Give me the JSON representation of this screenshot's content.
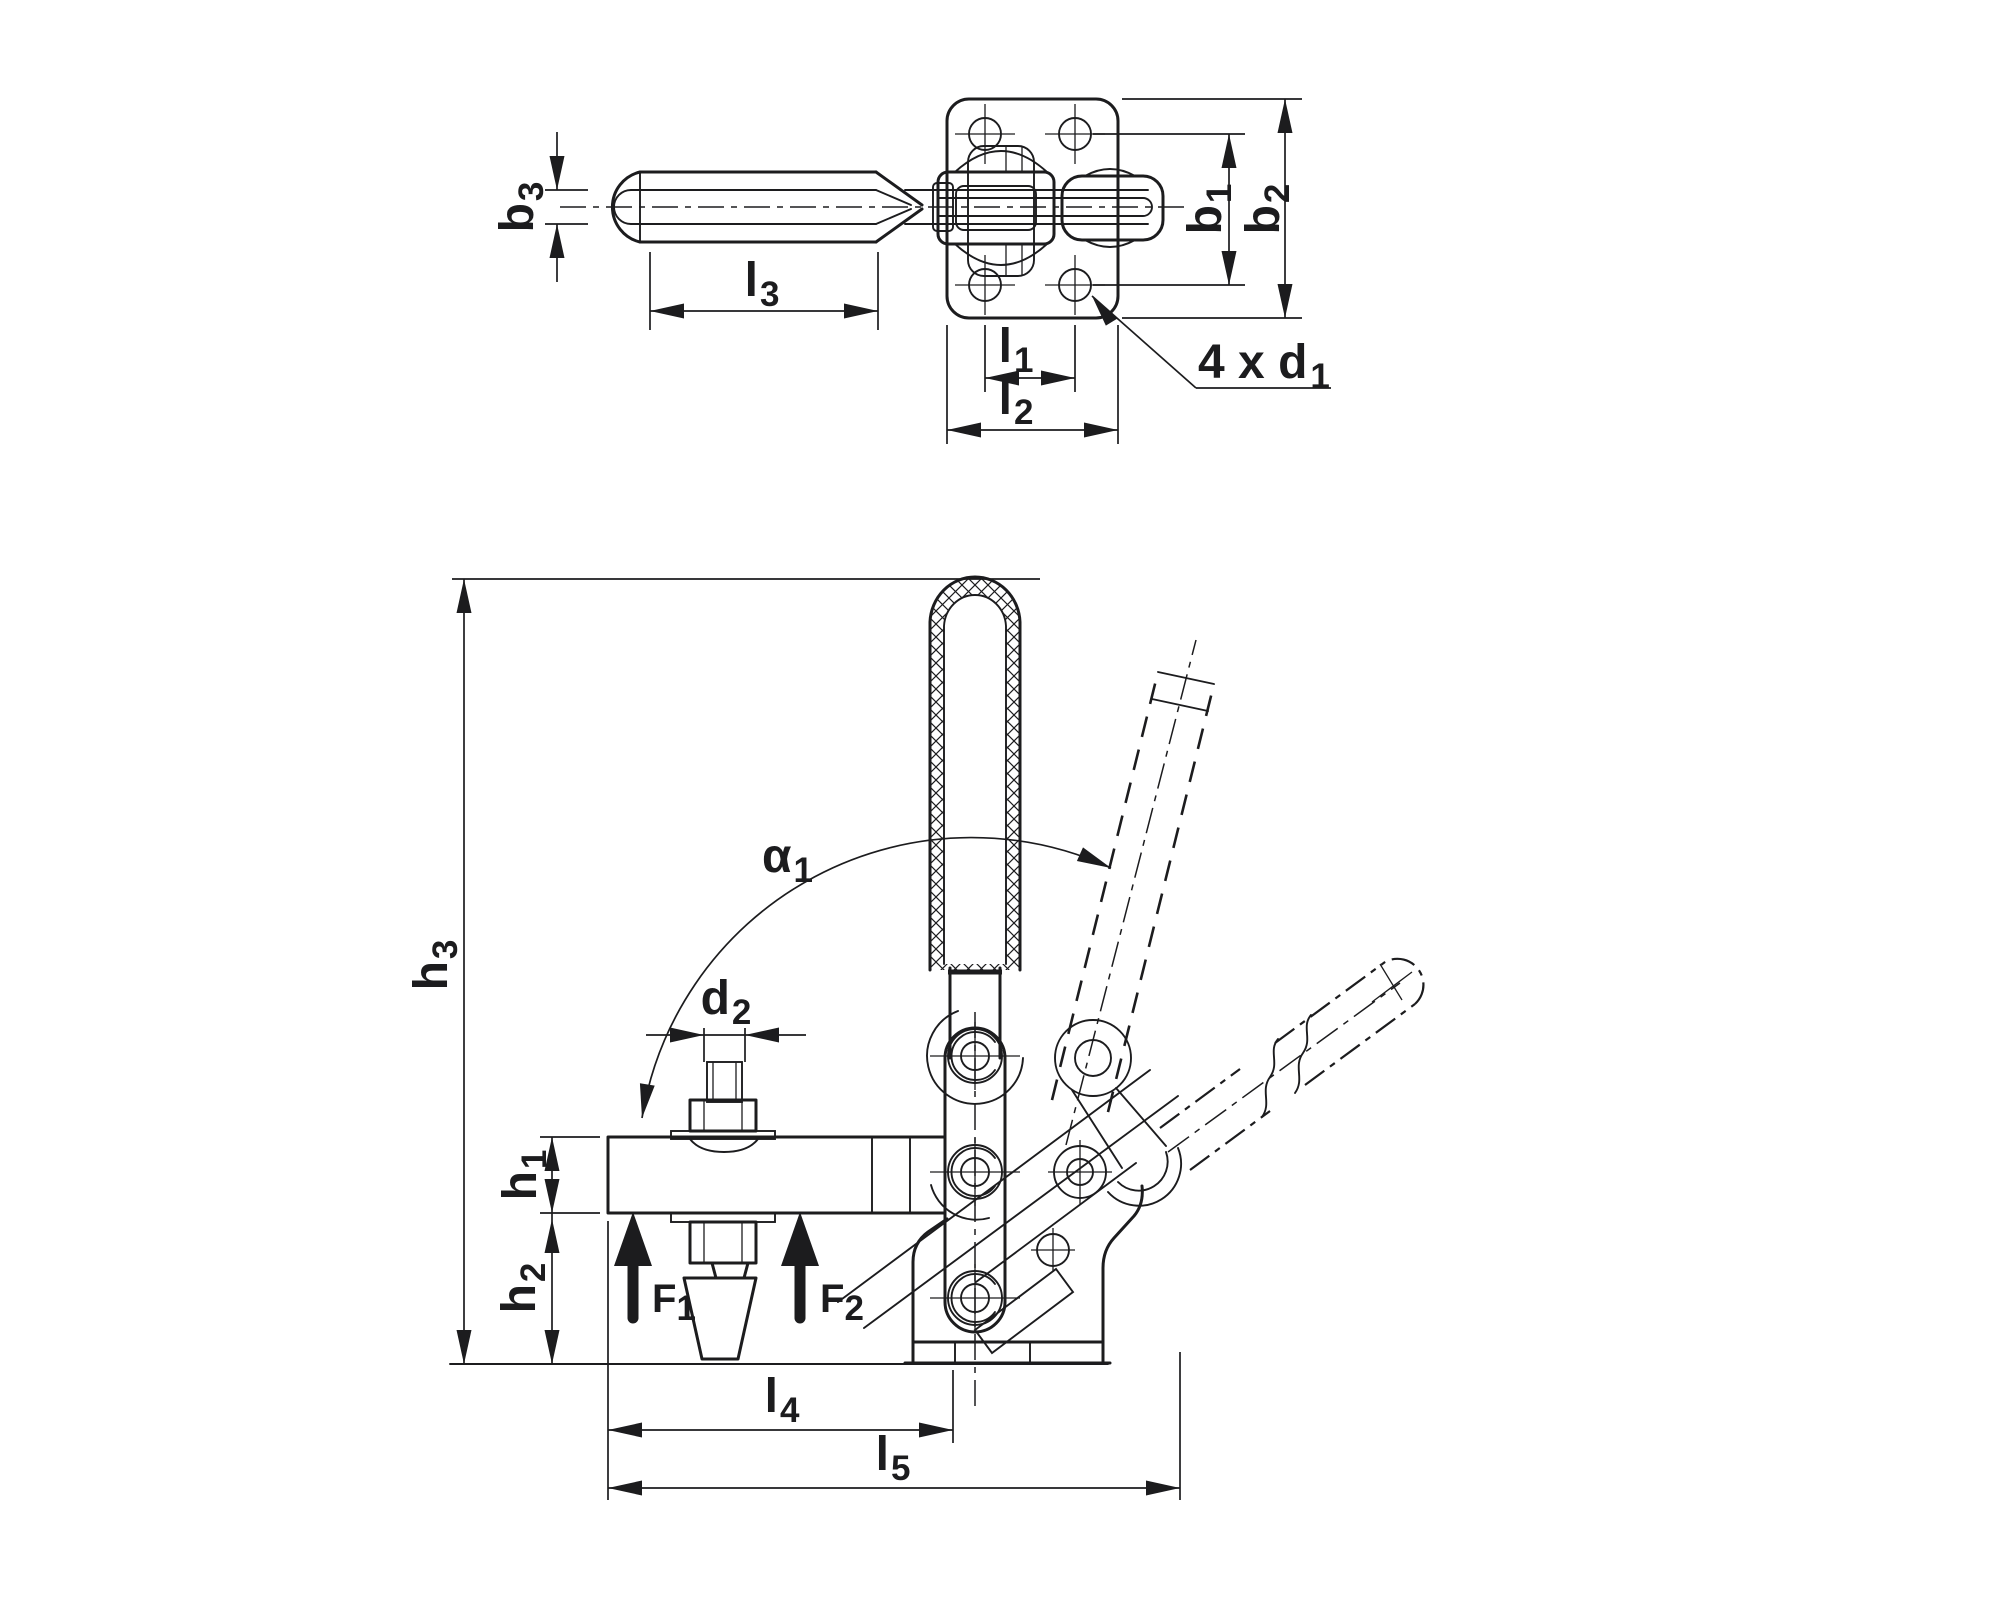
{
  "colors": {
    "ink": "#1c1c1e",
    "background": "#ffffff"
  },
  "top_view": {
    "labels": {
      "b3": {
        "main": "b",
        "sub": "3"
      },
      "l3": {
        "main": "l",
        "sub": "3"
      },
      "l1": {
        "main": "l",
        "sub": "1"
      },
      "l2": {
        "main": "l",
        "sub": "2"
      },
      "b1": {
        "main": "b",
        "sub": "1"
      },
      "b2": {
        "main": "b",
        "sub": "2"
      },
      "hole_note": {
        "main": "4 x d",
        "sub": "1"
      }
    }
  },
  "front_view": {
    "labels": {
      "h3": {
        "main": "h",
        "sub": "3"
      },
      "h1": {
        "main": "h",
        "sub": "1"
      },
      "h2": {
        "main": "h",
        "sub": "2"
      },
      "d2": {
        "main": "d",
        "sub": "2"
      },
      "alpha1": {
        "main": "α",
        "sub": "1"
      },
      "F1": {
        "main": "F",
        "sub": "1"
      },
      "F2": {
        "main": "F",
        "sub": "2"
      },
      "l4": {
        "main": "l",
        "sub": "4"
      },
      "l5": {
        "main": "l",
        "sub": "5"
      }
    }
  }
}
